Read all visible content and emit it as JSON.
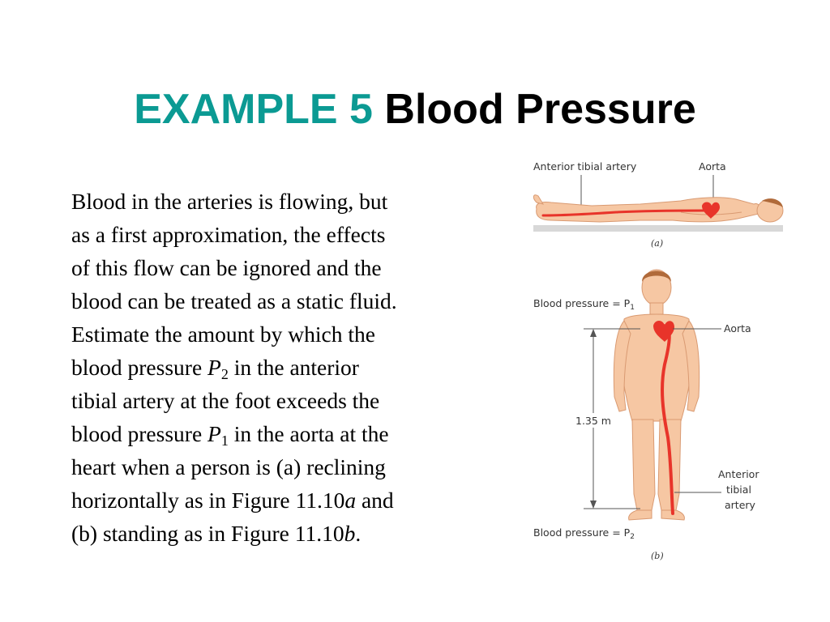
{
  "title": {
    "part1": "EXAMPLE 5",
    "part2": "Blood Pressure"
  },
  "problem": {
    "line1": "Blood in the arteries is flowing, but",
    "line2": "as a first approximation, the effects",
    "line3": "of this flow can be ignored and the",
    "line4": "blood can be treated as a static fluid.",
    "line5": "Estimate the amount by which the",
    "line6_pre": "blood pressure ",
    "line6_var": "P",
    "line6_sub": "2",
    "line6_post": " in the anterior",
    "line7": "tibial artery at the foot exceeds the",
    "line8_pre": "blood pressure ",
    "line8_var": "P",
    "line8_sub": "1",
    "line8_post": " in the aorta at the",
    "line9": "heart when a person is (a) reclining",
    "line10_pre": "horizontally as in Figure 11.10",
    "line10_ital": "a",
    "line10_post": " and",
    "line11_pre": "(b) standing as in Figure 11.10",
    "line11_ital": "b",
    "line11_post": "."
  },
  "figure": {
    "a_label_artery": "Anterior tibial artery",
    "a_label_aorta": "Aorta",
    "caption_a": "(a)",
    "bp1_label": "Blood pressure = P",
    "bp1_sub": "1",
    "b_label_aorta": "Aorta",
    "height_label": "1.35 m",
    "artery_line1": "Anterior",
    "artery_line2": "tibial",
    "artery_line3": "artery",
    "bp2_label": "Blood pressure = P",
    "bp2_sub": "2",
    "caption_b": "(b)",
    "colors": {
      "skin": "#f6c7a3",
      "skin_outline": "#d99a72",
      "artery": "#e8342a",
      "hair": "#b06a3a",
      "title_accent": "#0b9a93"
    }
  }
}
